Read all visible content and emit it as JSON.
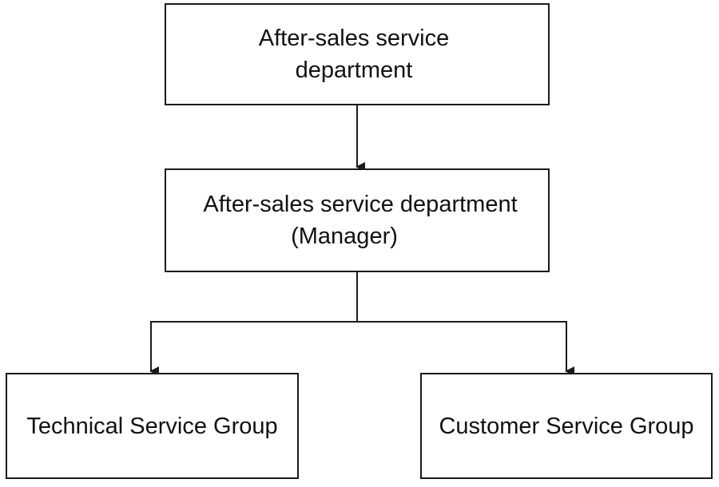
{
  "nodes": {
    "top": {
      "label": "After-sales service department"
    },
    "manager": {
      "line1": "After-sales service department",
      "line2": "(Manager)"
    },
    "technical": {
      "label": "Technical Service Group"
    },
    "customer": {
      "label": "Customer Service Group"
    }
  },
  "colors": {
    "stroke": "#1a1a1a",
    "text": "#111111",
    "background": "#ffffff"
  }
}
